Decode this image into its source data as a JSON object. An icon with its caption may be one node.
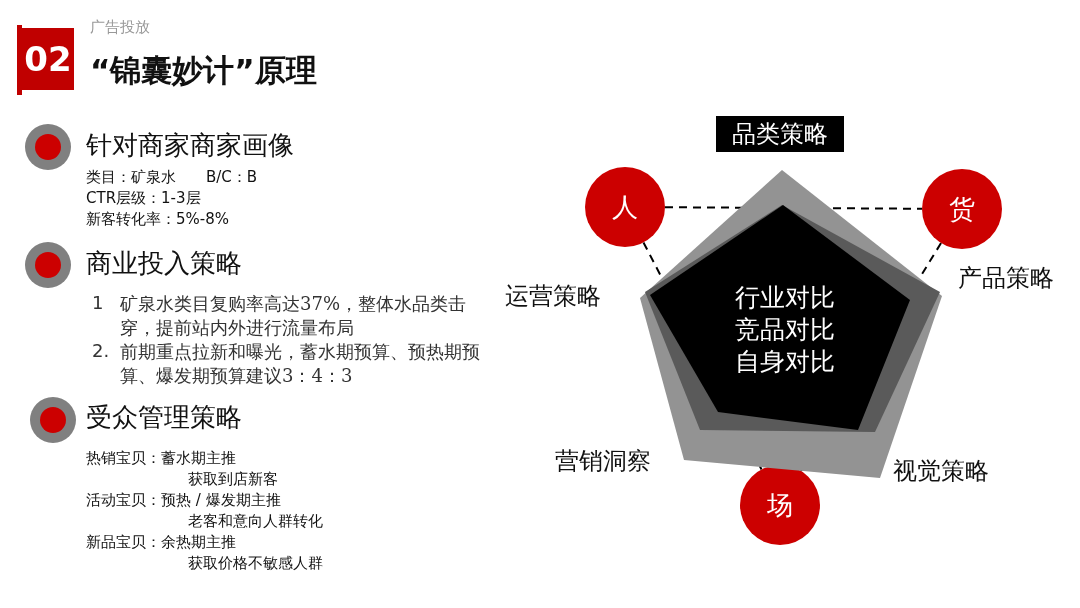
{
  "diagram": {
    "title": "“锦囊妙计”原理",
    "nodes": [
      {
        "text": [
          "02"
        ]
      },
      {
        "text": [
          "人"
        ]
      },
      {
        "text": [
          "货"
        ]
      },
      {
        "text": [
          "场"
        ]
      },
      {
        "text": [
          "行业对比竞品对比自身对比"
        ]
      },
      {
        "text": [
          "品类策略"
        ]
      }
    ],
    "edges": [
      {
        "from": 1,
        "to": 2,
        "arrow": "none",
        "style": "dashed"
      },
      {
        "from": 1,
        "to": 3,
        "arrow": "none",
        "style": "dashed"
      },
      {
        "from": 2,
        "to": 3,
        "arrow": "none",
        "style": "dashed"
      }
    ],
    "labels": [
      "广告投放",
      "针对商家商家画像",
      "类目：矿泉水　　B/C：B",
      "CTR层级：1-3层",
      "新客转化率：5%-8%",
      "商业投入策略",
      "1",
      "矿泉水类目复购率高达37%，整体水品类击穿，提前站内外进行流量布局",
      "2.",
      "前期重点拉新和曝光，蓄水期预算、预热期预算、爆发期预算建议3：4：3",
      "受众管理策略",
      "热销宝贝：蓄水期主推",
      "获取到店新客",
      "活动宝贝：预热 / 爆发期主推",
      "老客和意向人群转化",
      "新品宝贝：余热期主推",
      "获取价格不敏感人群",
      "运营策略",
      "产品策略",
      "营销洞察",
      "视觉策略"
    ]
  }
}
